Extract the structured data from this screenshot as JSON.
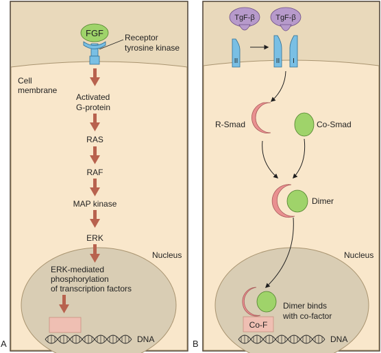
{
  "panel_a": {
    "letter": "A",
    "fgf": "FGF",
    "receptor_line1": "Receptor",
    "receptor_line2": "tyrosine kinase",
    "cell_membrane_line1": "Cell",
    "cell_membrane_line2": "membrane",
    "activated_line1": "Activated",
    "activated_line2": "G-protein",
    "ras": "RAS",
    "raf": "RAF",
    "map_kinase": "MAP kinase",
    "erk": "ERK",
    "nucleus": "Nucleus",
    "erk_mediated_line1": "ERK-mediated",
    "erk_mediated_line2": "phosphorylation",
    "erk_mediated_line3": "of transcription factors",
    "dna": "DNA"
  },
  "panel_b": {
    "letter": "B",
    "tgf_left": "TgF-β",
    "tgf_right": "TgF-β",
    "receptor_ii_left": "II",
    "receptor_ii_right": "II",
    "receptor_i": "I",
    "r_smad": "R-Smad",
    "co_smad": "Co-Smad",
    "dimer": "Dimer",
    "nucleus": "Nucleus",
    "dimer_binds_line1": "Dimer binds",
    "dimer_binds_line2": "with co-factor",
    "co_f": "Co-F",
    "dna": "DNA"
  },
  "colors": {
    "panel_fill": "#e9d9bb",
    "panel_border": "#4a3f33",
    "cell_fill": "#f9e7cb",
    "nucleus_fill": "#d9cdb4",
    "arrow_red": "#b8624e",
    "fgf_green": "#9fd36a",
    "receptor_blue": "#79bfe4",
    "tgf_purple": "#b79acb",
    "r_smad_pink": "#e99090",
    "co_smad_green": "#9fd36a",
    "cofactor_box": "#efbfb3"
  }
}
